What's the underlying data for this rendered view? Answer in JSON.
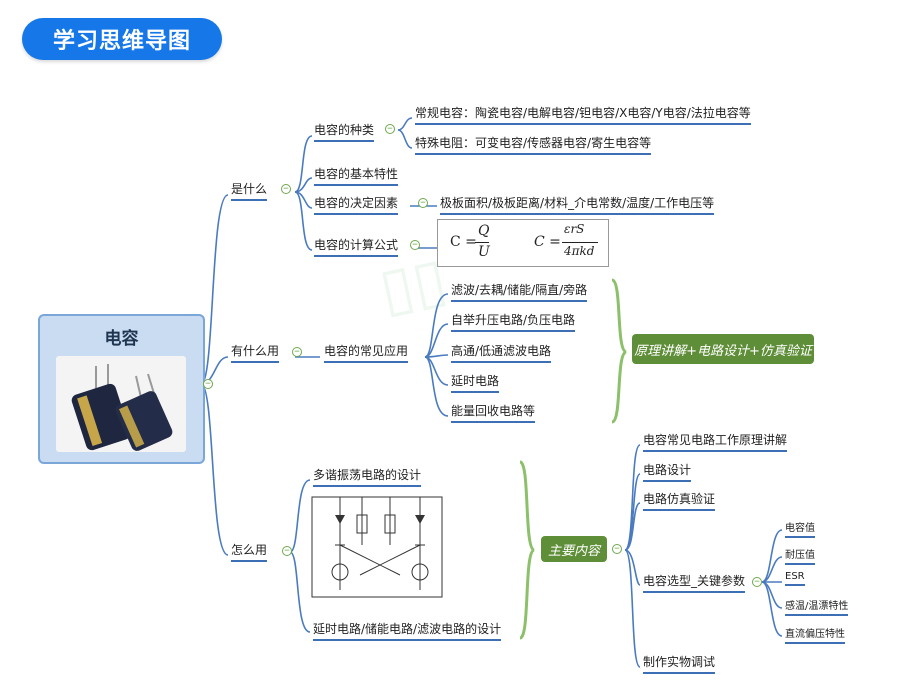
{
  "title": "学习思维导图",
  "root": {
    "label": "电容"
  },
  "branch_what": {
    "label": "是什么",
    "types": {
      "label": "电容的种类",
      "items": [
        "常规电容：陶瓷电容/电解电容/钽电容/X电容/Y电容/法拉电容等",
        "特殊电阻：可变电容/传感器电容/寄生电容等"
      ]
    },
    "basic": {
      "label": "电容的基本特性"
    },
    "factors": {
      "label": "电容的决定因素",
      "value": "极板面积/极板距离/材料_介电常数/温度/工作电压等"
    },
    "formula": {
      "label": "电容的计算公式",
      "f1_lhs": "C =",
      "f1_num": "Q",
      "f1_den": "U",
      "f2_lhs": "C =",
      "f2_num": "εrS",
      "f2_den": "4πkd"
    }
  },
  "branch_use": {
    "label": "有什么用",
    "apps": {
      "label": "电容的常见应用",
      "items": [
        "滤波/去耦/储能/隔直/旁路",
        "自举升压电路/负压电路",
        "高通/低通滤波电路",
        "延时电路",
        "能量回收电路等"
      ],
      "tag": "原理讲解+电路设计+仿真验证"
    }
  },
  "branch_how": {
    "label": "怎么用",
    "design1": {
      "label": "多谐振荡电路的设计"
    },
    "design2": {
      "label": "延时电路/储能电路/滤波电路的设计"
    },
    "tag": "主要内容",
    "contents": {
      "items": [
        "电容常见电路工作原理讲解",
        "电路设计",
        "电路仿真验证",
        "电容选型_关键参数",
        "制作实物调试"
      ],
      "params": [
        "电容值",
        "耐压值",
        "ESR",
        "感温/温漂特性",
        "直流偏压特性"
      ]
    }
  },
  "colors": {
    "title_bg": "#1677e8",
    "accent_underline": "#3d6fb6",
    "tag_green": "#5f8e38",
    "branch_line": "#4a7bc0",
    "bracket": "#8cc06a"
  }
}
